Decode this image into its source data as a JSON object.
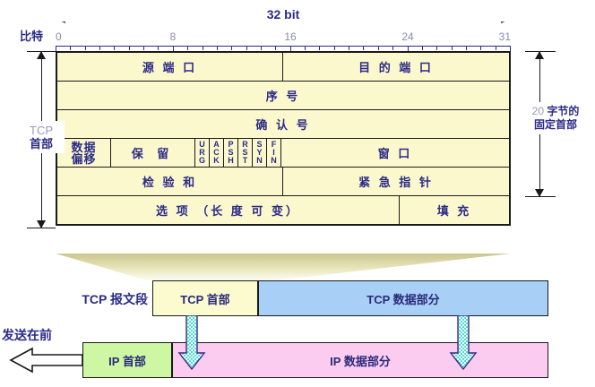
{
  "ruler": {
    "bit_label": "比特",
    "caption": "32 bit",
    "ticks": [
      "0",
      "8",
      "16",
      "24",
      "31"
    ]
  },
  "tcp_header_table": {
    "rows": [
      {
        "cells": [
          {
            "label": "源 端 口"
          },
          {
            "label": "目 的 端 口"
          }
        ]
      },
      {
        "cells": [
          {
            "label": "序  号"
          }
        ]
      },
      {
        "cells": [
          {
            "label": "确 认 号"
          }
        ]
      },
      {
        "cells": [
          {
            "label_line1": "数据",
            "label_line2": "偏移"
          },
          {
            "label": "保  留"
          },
          {
            "label": "窗  口"
          }
        ],
        "flags": [
          "URG",
          "ACK",
          "PSH",
          "RST",
          "SYN",
          "FIN"
        ]
      },
      {
        "cells": [
          {
            "label": "检 验 和"
          },
          {
            "label": "紧 急 指 针"
          }
        ]
      },
      {
        "cells": [
          {
            "label": "选 项 （长 度 可 变）"
          },
          {
            "label": "填  充"
          }
        ]
      }
    ]
  },
  "left_bracket": {
    "line1": "TCP",
    "line2": "首部"
  },
  "right_bracket": {
    "number": "20",
    "line1": "字节的",
    "line2": "固定首部"
  },
  "segments": {
    "tcp_segment_label": "TCP 报文段",
    "tcp_header_box": "TCP 首部",
    "tcp_data_box": "TCP 数据部分",
    "send_first_label": "发送在前",
    "ip_header_box": "IP 首部",
    "ip_data_box": "IP 数据部分"
  },
  "colors": {
    "header_table_fill": "#fbf8cd",
    "tcp_header_box": "#fcfbcf",
    "tcp_data_box": "#a8cff5",
    "ip_header_box": "#cdf7a3",
    "ip_data_box": "#fccbf0",
    "text_primary": "#2b2b86",
    "arrow_cyan": "#5fe3e3",
    "outline": "#1a1a1a"
  }
}
